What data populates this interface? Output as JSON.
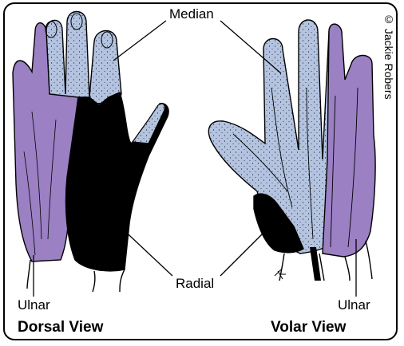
{
  "labels": {
    "median": "Median",
    "radial": "Radial",
    "ulnar_left": "Ulnar",
    "ulnar_right": "Ulnar"
  },
  "views": {
    "dorsal": "Dorsal View",
    "volar": "Volar View"
  },
  "credit": "© Jackie Robers",
  "colors": {
    "median": "#b3c3e0",
    "ulnar": "#9b80c4",
    "radial": "#000000",
    "outline": "#000000"
  },
  "icons": {
    "signature": "artist-mark-icon"
  }
}
